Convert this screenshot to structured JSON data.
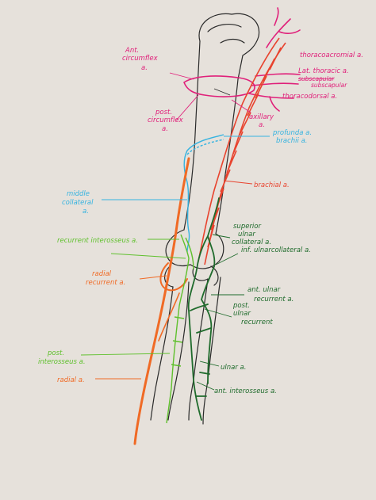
{
  "colors": {
    "paper": "#e6e1db",
    "bone_outline": "#2a2a2a",
    "pink": "#e0207a",
    "orange": "#f06a25",
    "red": "#e8432e",
    "cyan": "#35b3e0",
    "light_green": "#5fc02d",
    "dark_green": "#1f6b2c"
  },
  "labels": {
    "ant_circumflex": [
      "Ant.",
      "circumflex",
      "a."
    ],
    "post_circumflex": [
      "post.",
      "circumflex",
      "a."
    ],
    "axillary": [
      "axillary",
      "a."
    ],
    "thoracoacromial": "thoracoacromial a.",
    "lat_thoracic": "Lat. thoracic a.",
    "subscapular_struck": "subscapular",
    "subscapular": "subscapular",
    "thoracodorsal": "thoracodorsal a.",
    "profunda_brachii": [
      "profunda a.",
      "brachii a."
    ],
    "brachial": "brachial a.",
    "middle_collateral": [
      "middle",
      "collateral",
      "a."
    ],
    "superior_ulnar_collateral": [
      "superior",
      "ulnar",
      "collateral a."
    ],
    "recurrent_interosseus": "recurrent interosseus a.",
    "inf_ulnar_collateral": "inf. ulnarcollateral a.",
    "radial_recurrent": [
      "radial",
      "recurrent a."
    ],
    "ant_ulnar_recurrent": [
      "ant. ulnar",
      "recurrent a."
    ],
    "post_ulnar_recurrent": [
      "post.",
      "ulnar",
      "recurrent"
    ],
    "post_interosseus": [
      "post.",
      "interosseus a."
    ],
    "ulnar": "ulnar a.",
    "radial": "radial a.",
    "ant_interosseus": "ant. interosseus a."
  }
}
